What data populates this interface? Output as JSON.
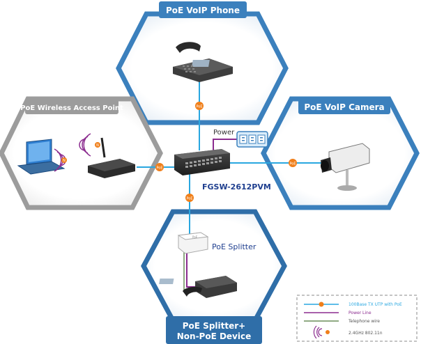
{
  "nodes": {
    "phone": "PoE VoIP Phone",
    "wap": "PoE Wireless Access Point",
    "camera": "PoE VoIP Camera",
    "splitter_device": "PoE Splitter+\nNon-PoE Device"
  },
  "splitter_title_line1": "PoE Splitter+",
  "splitter_title_line2": "Non-PoE Device",
  "switch_label": "FGSW-2612PVM",
  "power_label": "Power",
  "splitter_label": "PoE Splitter",
  "poe_tag": "PoE",
  "wifi_tag": "N",
  "legend": {
    "items": [
      {
        "label": "100Base TX UTP with PoE",
        "color": "#29a7e0"
      },
      {
        "label": "Power Line",
        "color": "#8b2c8f"
      },
      {
        "label": "Telephone wire",
        "color": "#6b8e5a"
      },
      {
        "label": "2.4GHz 802.11n",
        "color": "#8b2c8f"
      }
    ]
  },
  "colors": {
    "hex_blue": "#3b80bd",
    "hex_gray": "#9c9c9c",
    "hex_dark_blue": "#2f6ea8",
    "poe_line": "#29a7e0",
    "power_line": "#8b2c8f",
    "tel_line": "#6b8e5a",
    "poe_dot": "#f07f1a"
  }
}
